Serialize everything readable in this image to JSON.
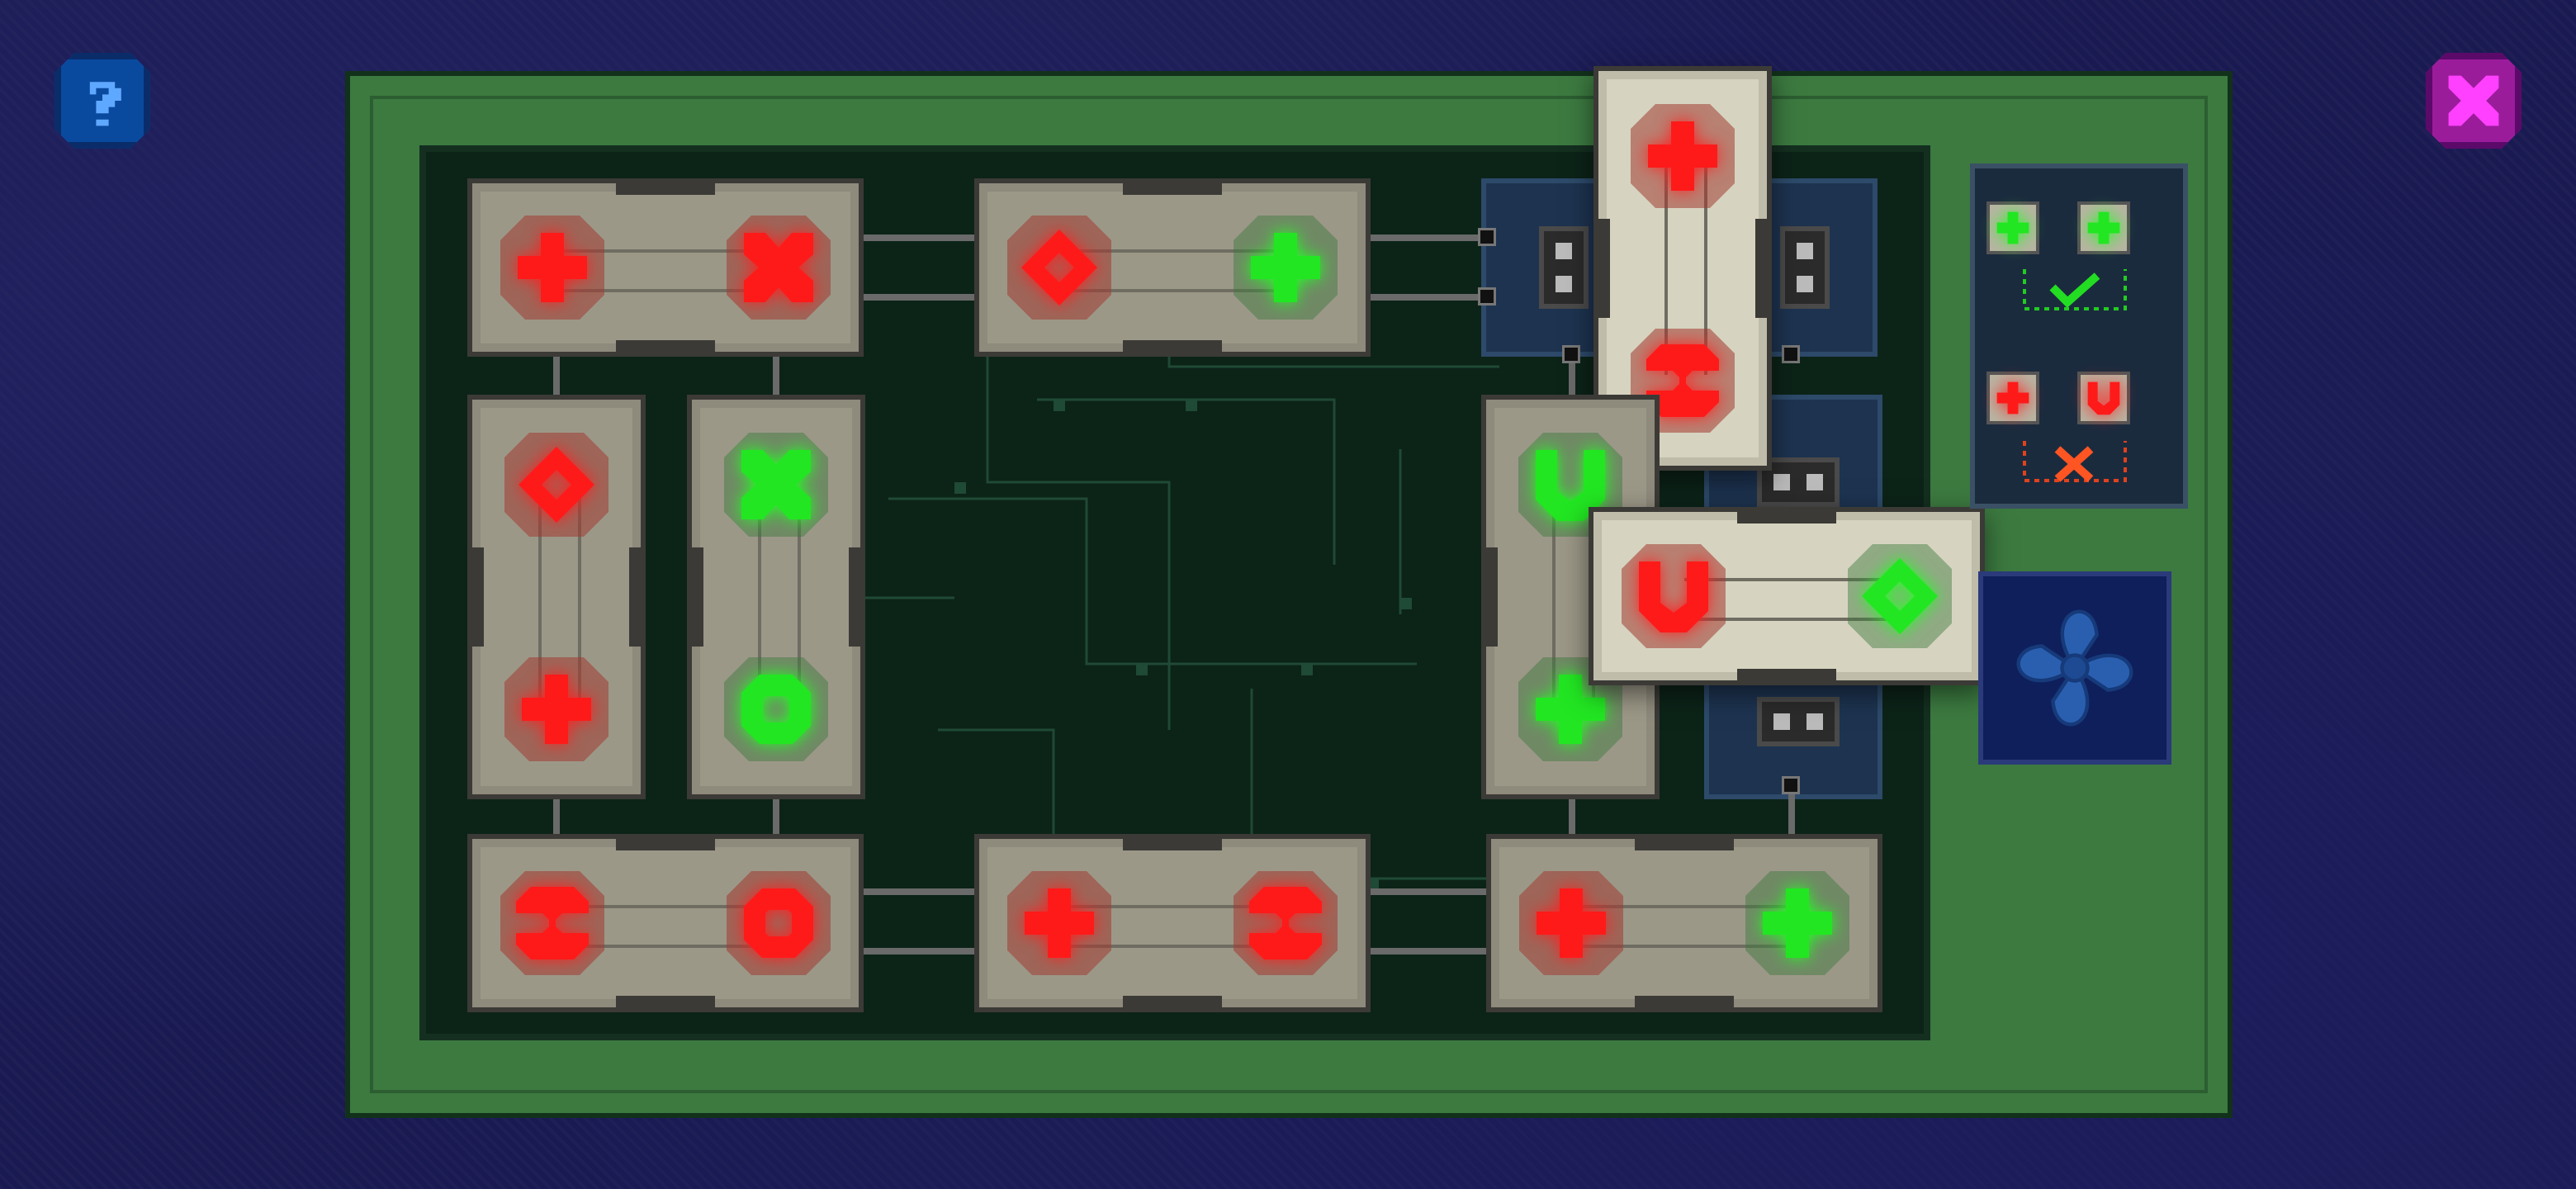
{
  "hud": {
    "help_icon": "question-mark-icon",
    "close_icon": "close-x-icon",
    "help_color": "#0a4a9e",
    "close_color": "#d21ed2"
  },
  "colors": {
    "red_symbol": "#ff1a1a",
    "green_symbol": "#22e622",
    "board_green": "#3c7a40",
    "pcb_dark": "#0c2318"
  },
  "tiles": [
    {
      "id": "tile-1",
      "orientation": "horizontal",
      "state": "placed",
      "symbols": [
        {
          "shape": "plus",
          "color": "red"
        },
        {
          "shape": "x-shape",
          "color": "red"
        }
      ]
    },
    {
      "id": "tile-2",
      "orientation": "horizontal",
      "state": "placed",
      "symbols": [
        {
          "shape": "diamond",
          "color": "red"
        },
        {
          "shape": "plus",
          "color": "green"
        }
      ]
    },
    {
      "id": "tile-3",
      "orientation": "vertical",
      "state": "dragging",
      "symbols": [
        {
          "shape": "plus",
          "color": "red"
        },
        {
          "shape": "hourglass",
          "color": "red"
        }
      ]
    },
    {
      "id": "tile-4",
      "orientation": "vertical",
      "state": "placed",
      "symbols": [
        {
          "shape": "diamond",
          "color": "red"
        },
        {
          "shape": "plus",
          "color": "red"
        }
      ]
    },
    {
      "id": "tile-5",
      "orientation": "vertical",
      "state": "placed",
      "symbols": [
        {
          "shape": "x-shape",
          "color": "green"
        },
        {
          "shape": "ring",
          "color": "green"
        }
      ]
    },
    {
      "id": "tile-6",
      "orientation": "vertical",
      "state": "placed",
      "symbols": [
        {
          "shape": "u-shape",
          "color": "green"
        },
        {
          "shape": "plus",
          "color": "green"
        }
      ]
    },
    {
      "id": "tile-7",
      "orientation": "horizontal",
      "state": "dragging",
      "symbols": [
        {
          "shape": "u-shape",
          "color": "red"
        },
        {
          "shape": "diamond",
          "color": "green"
        }
      ]
    },
    {
      "id": "tile-8",
      "orientation": "horizontal",
      "state": "placed",
      "symbols": [
        {
          "shape": "hourglass",
          "color": "red"
        },
        {
          "shape": "ring",
          "color": "red"
        }
      ]
    },
    {
      "id": "tile-9",
      "orientation": "horizontal",
      "state": "placed",
      "symbols": [
        {
          "shape": "plus",
          "color": "red"
        },
        {
          "shape": "hourglass",
          "color": "red"
        }
      ]
    },
    {
      "id": "tile-10",
      "orientation": "horizontal",
      "state": "placed",
      "symbols": [
        {
          "shape": "plus",
          "color": "red"
        },
        {
          "shape": "plus",
          "color": "green"
        }
      ]
    }
  ],
  "legend": {
    "match_rule": {
      "symbols": [
        {
          "shape": "plus",
          "color": "green"
        },
        {
          "shape": "plus",
          "color": "green"
        }
      ],
      "result": "check-icon",
      "result_color": "#22cc22"
    },
    "mismatch_rule": {
      "symbols": [
        {
          "shape": "plus",
          "color": "red"
        },
        {
          "shape": "u-shape",
          "color": "red"
        }
      ],
      "result": "cross-icon",
      "result_color": "#e0421e"
    }
  },
  "fan": {
    "icon": "fan-icon",
    "color": "#2a5fb0"
  }
}
